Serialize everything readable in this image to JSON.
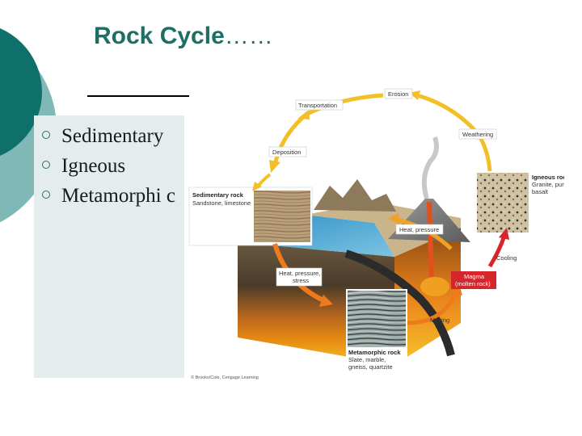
{
  "title": {
    "text": "Rock Cycle",
    "suffix": "……"
  },
  "bullets": [
    "Sedimentary",
    "Igneous",
    "Metamorphi c"
  ],
  "diagram": {
    "labels": {
      "erosion": "Erosion",
      "transportation": "Transportation",
      "weathering": "Weathering",
      "deposition": "Deposition",
      "heat_pressure": "Heat, pressure",
      "heat_pressure_stress_1": "Heat, pressure,",
      "heat_pressure_stress_2": "stress",
      "cooling": "Cooling",
      "melting": "Melting",
      "magma_1": "Magma",
      "magma_2": "(molten rock)"
    },
    "sedimentary": {
      "title": "Sedimentary rock",
      "examples": "Sandstone, limestone"
    },
    "igneous": {
      "title": "Igneous rock",
      "examples_1": "Granite, pumice,",
      "examples_2": "basalt"
    },
    "metamorphic": {
      "title": "Metamorphic rock",
      "examples_1": "Slate, marble,",
      "examples_2": "gneiss, quartzite"
    },
    "credit": "© Brooks/Cole, Cengage Learning",
    "colors": {
      "arrow_yellow": "#f2c026",
      "arrow_orange": "#ee7a1e",
      "arrow_red": "#d7262b",
      "title_teal": "#1e6e63"
    }
  }
}
